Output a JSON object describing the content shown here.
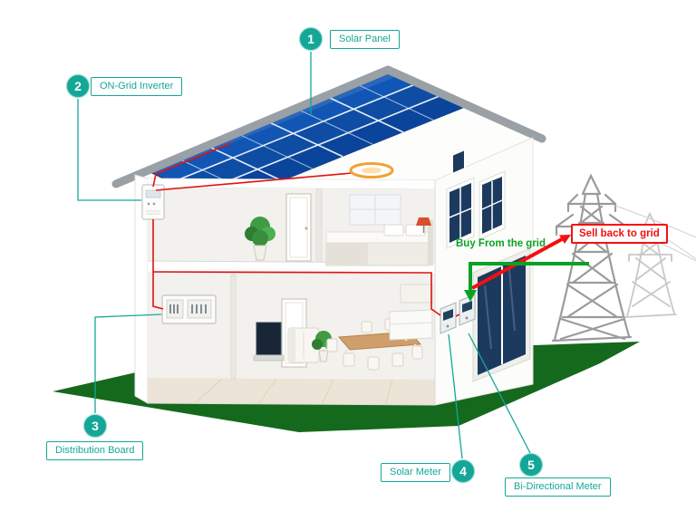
{
  "diagram": {
    "callouts": [
      {
        "number": "1",
        "label": "Solar Panel"
      },
      {
        "number": "2",
        "label": "ON-Grid Inverter"
      },
      {
        "number": "3",
        "label": "Distribution Board"
      },
      {
        "number": "4",
        "label": "Solar Meter"
      },
      {
        "number": "5",
        "label": "Bi-Directional Meter"
      }
    ],
    "flows": {
      "buy_label": "Buy From the grid",
      "sell_label": "Sell back to grid"
    },
    "colors": {
      "callout_teal": "#14a797",
      "buy_green": "#0aa226",
      "sell_red": "#f40f0f",
      "panel_blue": "#0e4da3",
      "ground_green": "#15691c",
      "roof_gray": "#99a0a6",
      "wire_red": "#e11212"
    },
    "icons": {
      "house": "house-cutaway-illustration",
      "tower": "transmission-tower-icon",
      "panels": "solar-panel-array"
    }
  }
}
